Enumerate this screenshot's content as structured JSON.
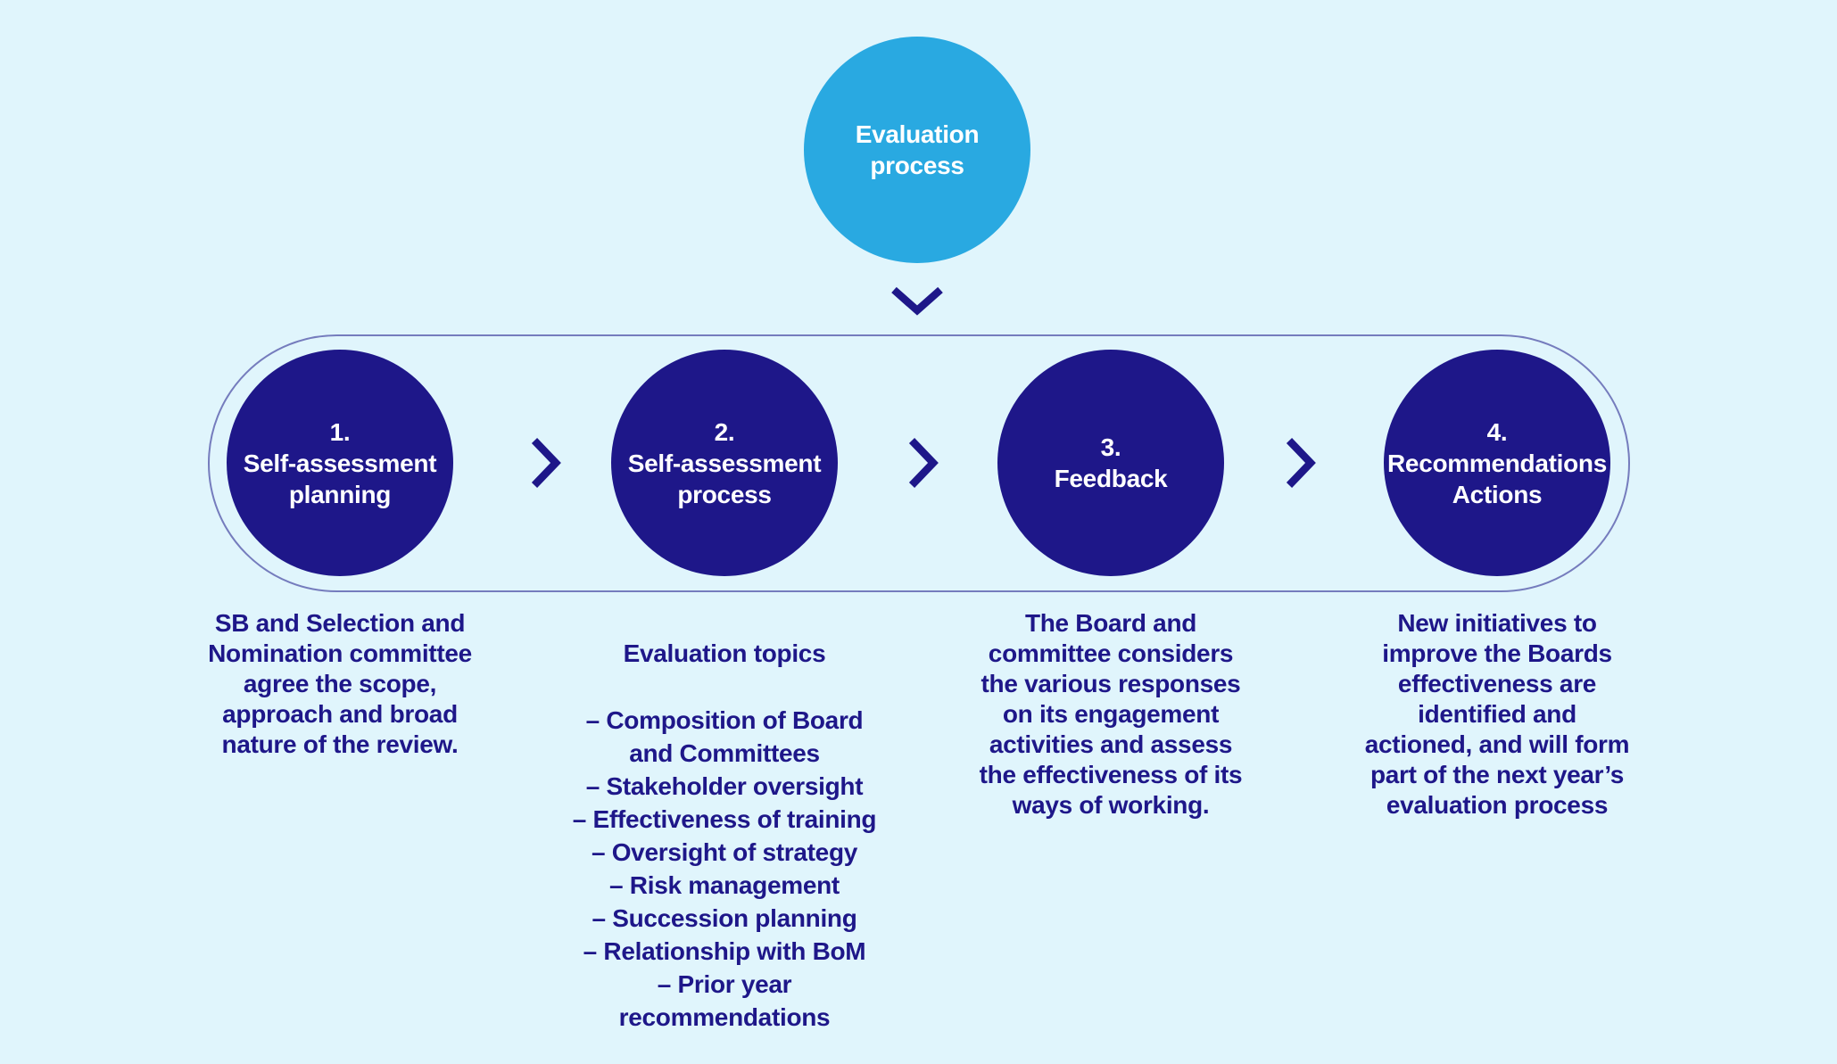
{
  "colors": {
    "background": "#E0F5FC",
    "accent-cyan": "#29A9E1",
    "accent-dark": "#1E1789",
    "text-dark": "#1E1789",
    "circle-text": "#FFFFFF"
  },
  "diagram": {
    "title_circle": {
      "label": "Evaluation\nprocess"
    },
    "icons": {
      "down_arrow": "chevron-down",
      "step_arrow": "chevron-right"
    },
    "steps": [
      {
        "circle_label": "1.\nSelf-assessment\nplanning",
        "description": "SB and Selection and\nNomination committee\nagree the scope,\napproach and broad\nnature of the review."
      },
      {
        "circle_label": "2.\nSelf-assessment\nprocess",
        "description_header": "Evaluation topics",
        "description": "– Composition of Board\nand Committees\n– Stakeholder oversight\n– Effectiveness of training\n– Oversight of strategy\n– Risk management\n– Succession planning\n– Relationship with BoM\n– Prior year\nrecommendations"
      },
      {
        "circle_label": "3.\nFeedback",
        "description": "The Board and\ncommittee considers\nthe various responses\non its engagement\nactivities and assess\nthe effectiveness of its\nways of working."
      },
      {
        "circle_label": "4.\nRecommendations\nActions",
        "description": "New initiatives to\nimprove the Boards\neffectiveness are\nidentified and\nactioned, and will form\npart of the next year’s\nevaluation process"
      }
    ]
  }
}
